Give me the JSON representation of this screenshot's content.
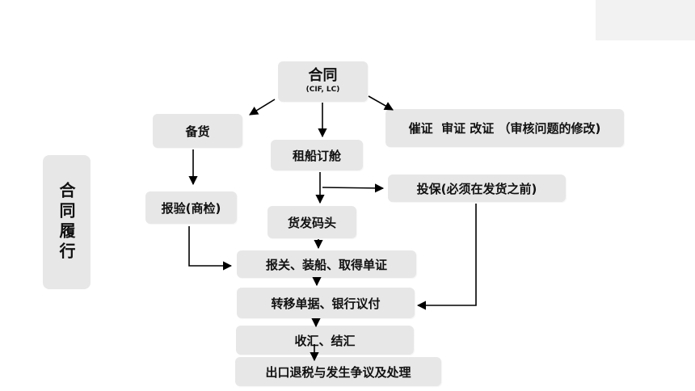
{
  "side_title": "合同履行",
  "nodes": {
    "contract": {
      "label": "合同",
      "sub": "(CIF, LC)"
    },
    "prepare_goods": {
      "label": "备货"
    },
    "urge_cert": {
      "label": "催证  审证 改证 （审核问题的修改)"
    },
    "book_ship": {
      "label": "租船订舱"
    },
    "inspection": {
      "label": "报验(商检)"
    },
    "insurance": {
      "label": "投保(必须在发货之前)"
    },
    "dock": {
      "label": "货发码头"
    },
    "customs": {
      "label": "报关、装船、取得单证"
    },
    "transfer_docs": {
      "label": "转移单据、银行议付"
    },
    "collection": {
      "label": "收汇、结汇"
    },
    "tax_refund": {
      "label": "出口退税与发生争议及处理"
    }
  },
  "colors": {
    "box_fill": "#e7e7e7",
    "arrow": "#000000",
    "corner_box": "#f2f2f2"
  }
}
